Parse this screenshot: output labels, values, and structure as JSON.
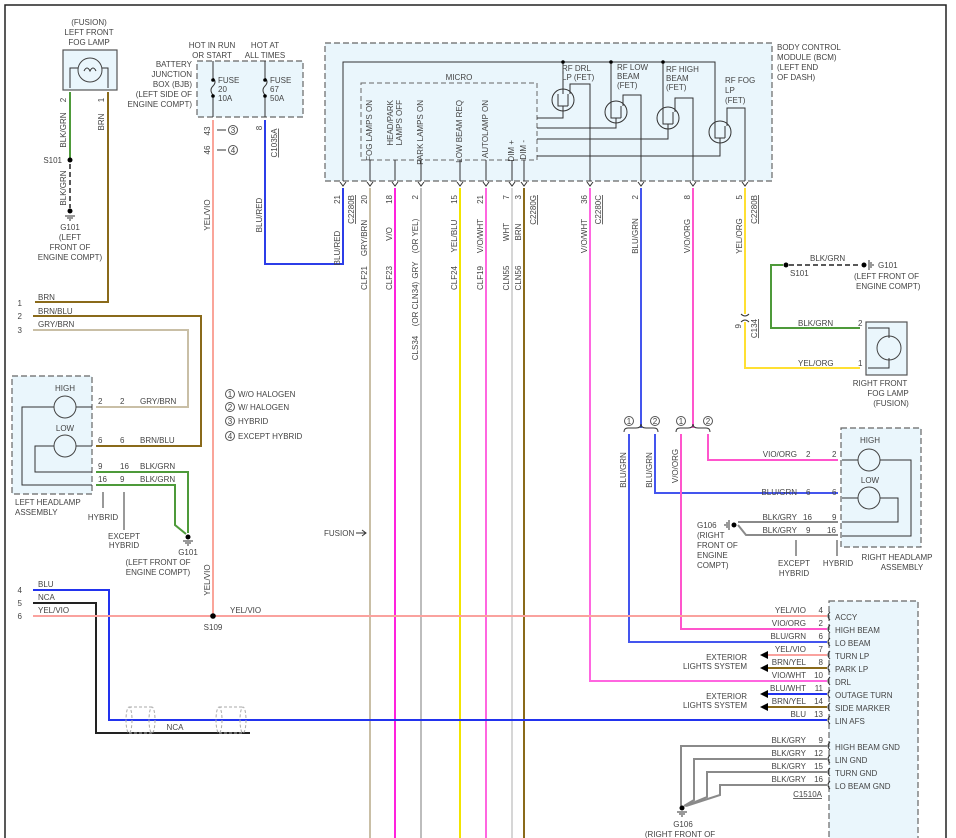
{
  "wire_colors": {
    "brn": "#8a6a1a",
    "blk_grn": "#4e9a3a",
    "gry_brn": "#c9bfa6",
    "brn_blu": "#8a6a1a",
    "yel_vio": "#f3e63a",
    "yel_vio_tracer": "#ff7ad9",
    "blu_red": "#2c3de8",
    "gry": "#bdbdbd",
    "vio": "#ff22dd",
    "yel_blu": "#f2e400",
    "vio_wht": "#ff66e0",
    "wht": "#d6d6d6",
    "vio_org": "#ff55cc",
    "blu_grn": "#4455ee",
    "yel_org": "#ffe033",
    "blu": "#2233ee",
    "blk": "#222222",
    "blk_gry": "#8a8a8a",
    "brn_yel": "#8a6a1a",
    "blu_wht": "#2233ee"
  },
  "left_fog_lamp": {
    "title": [
      "(FUSION)",
      "LEFT FRONT",
      "FOG LAMP"
    ],
    "pin_a": "2",
    "pin_b": "1",
    "wire_a": "BLK/GRN",
    "wire_b": "BRN",
    "splice": "S101",
    "wire_below": "BLK/GRN",
    "ground": [
      "G101",
      "(LEFT",
      "FRONT OF",
      "ENGINE COMPT)"
    ]
  },
  "bjb": {
    "hot_run": [
      "HOT IN RUN",
      "OR START"
    ],
    "hot_always": [
      "HOT AT",
      "ALL TIMES"
    ],
    "name": [
      "BATTERY",
      "JUNCTION",
      "BOX (BJB)",
      "(LEFT SIDE OF",
      "ENGINE COMPT)"
    ],
    "fuse_a": [
      "FUSE",
      "20",
      "10A"
    ],
    "fuse_b": [
      "FUSE",
      "67",
      "50A"
    ],
    "pin_43": "43",
    "pin_46": "46",
    "pin_8": "8",
    "note_3": "3",
    "note_4": "4",
    "connector": "C1035A",
    "wire_a": "YEL/VIO",
    "wire_b": "BLU/RED"
  },
  "bcm": {
    "name": [
      "BODY CONTROL",
      "MODULE (BCM)",
      "(LEFT END",
      "OF DASH)"
    ],
    "micro": "MICRO",
    "micro_signals": [
      "FOG LAMPS ON",
      "HEAD/PARK",
      "LAMPS OFF",
      "PARK LAMPS ON",
      "LOW BEAM REQ",
      "AUTOLAMP ON",
      "DIM +",
      "DIM -"
    ],
    "fets": [
      [
        "RF DRL",
        "LP (FET)"
      ],
      [
        "RF LOW",
        "BEAM",
        "(FET)"
      ],
      [
        "RF HIGH",
        "BEAM",
        "(FET)"
      ],
      [
        "RF FOG",
        "LP",
        "(FET)"
      ]
    ],
    "pins": [
      {
        "pin": "21",
        "wire": "BLU/RED",
        "circuit": ""
      },
      {
        "pin": "20",
        "wire": "GRY/BRN",
        "circuit": "CLF21"
      },
      {
        "pin": "18",
        "wire": "V/O",
        "circuit": "CLF23"
      },
      {
        "pin": "2",
        "wire": "GRY",
        "circuit": "CLS34",
        "alt": "(OR CLN34)"
      },
      {
        "pin": "15",
        "wire": "YEL/BLU",
        "circuit": "CLF24"
      },
      {
        "pin": "21",
        "wire": "V/O/WHT",
        "circuit": "CLF19"
      },
      {
        "pin": "7",
        "wire": "WHT",
        "circuit": "CLN55"
      },
      {
        "pin": "3",
        "wire": "BRN",
        "circuit": "CLN56"
      },
      {
        "pin": "36",
        "wire": "V/O/WHT",
        "circuit": ""
      },
      {
        "pin": "2",
        "wire": "BLU/GRN",
        "circuit": ""
      },
      {
        "pin": "8",
        "wire": "V/O/ORG",
        "circuit": ""
      },
      {
        "pin": "5",
        "wire": "YEL/ORG",
        "circuit": ""
      }
    ],
    "connectors": [
      "C2280B",
      "C2280G",
      "C2280C",
      "C2280B"
    ],
    "gry_alt": "(OR YEL)"
  },
  "right_fog": {
    "splice": "S101",
    "wire_top": "BLK/GRN",
    "ground": [
      "G101",
      "(LEFT FRONT OF",
      "ENGINE COMPT)"
    ],
    "c134_pin": "9",
    "c134": "C134",
    "wire_a": "BLK/GRN",
    "pin_a": "2",
    "wire_b": "YEL/ORG",
    "pin_b": "1",
    "title": [
      "RIGHT FRONT",
      "FOG LAMP",
      "(FUSION)"
    ]
  },
  "brackets": {
    "one": "1",
    "two": "2"
  },
  "branch_labels": {
    "blu_grn_1": "BLU/GRN",
    "blu_grn_2": "BLU/GRN",
    "vio_org_1": "V/O/ORG"
  },
  "right_headlamp": {
    "high": "HIGH",
    "low": "LOW",
    "rows": [
      {
        "wire": "VIO/ORG",
        "pin_a": "2",
        "pin_b": "2"
      },
      {
        "wire": "BLU/GRN",
        "pin_a": "6",
        "pin_b": "6"
      },
      {
        "wire": "BLK/GRY",
        "pin_a": "16",
        "pin_b": "9"
      },
      {
        "wire": "BLK/GRY",
        "pin_a": "9",
        "pin_b": "16"
      }
    ],
    "ground": [
      "G106",
      "(RIGHT",
      "FRONT OF",
      "ENGINE",
      "COMPT)"
    ],
    "except_hybrid": [
      "EXCEPT",
      "HYBRID"
    ],
    "hybrid": "HYBRID",
    "title": [
      "RIGHT HEADLAMP",
      "ASSEMBLY"
    ]
  },
  "left_headlamp": {
    "high": "HIGH",
    "low": "LOW",
    "rows": [
      {
        "pin_a": "2",
        "pin_b": "2",
        "wire": "GRY/BRN"
      },
      {
        "pin_a": "6",
        "pin_b": "6",
        "wire": "BRN/BLU"
      },
      {
        "pin_a": "9",
        "pin_b": "16",
        "wire": "BLK/GRN"
      },
      {
        "pin_a": "16",
        "pin_b": "9",
        "wire": "BLK/GRN"
      }
    ],
    "title": [
      "LEFT HEADLAMP",
      "ASSEMBLY"
    ],
    "hybrid": "HYBRID",
    "except_hybrid": [
      "EXCEPT",
      "HYBRID"
    ],
    "ground": [
      "G101",
      "(LEFT FRONT OF",
      "ENGINE COMPT)"
    ]
  },
  "left_connector": [
    {
      "pin": "1",
      "wire": "BRN"
    },
    {
      "pin": "2",
      "wire": "BRN/BLU"
    },
    {
      "pin": "3",
      "wire": "GRY/BRN"
    },
    {
      "pin": "4",
      "wire": "BLU"
    },
    {
      "pin": "5",
      "wire": "NCA"
    },
    {
      "pin": "6",
      "wire": "YEL/VIO"
    }
  ],
  "legend": [
    {
      "num": "1",
      "text": "W/O HALOGEN"
    },
    {
      "num": "2",
      "text": "W/ HALOGEN"
    },
    {
      "num": "3",
      "text": "HYBRID"
    },
    {
      "num": "4",
      "text": "EXCEPT HYBRID"
    }
  ],
  "fusion_note": "FUSION",
  "s109": {
    "splice": "S109",
    "wire_up": "YEL/VIO",
    "wire_right": "YEL/VIO"
  },
  "nca_label": "NCA",
  "afs_module": {
    "rows": [
      {
        "wire": "YEL/VIO",
        "pin": "4",
        "name": "ACCY"
      },
      {
        "wire": "VIO/ORG",
        "pin": "2",
        "name": "HIGH BEAM"
      },
      {
        "wire": "BLU/GRN",
        "pin": "6",
        "name": "LO BEAM"
      },
      {
        "wire": "YEL/VIO",
        "pin": "7",
        "name": "TURN LP"
      },
      {
        "wire": "BRN/YEL",
        "pin": "8",
        "name": "PARK LP"
      },
      {
        "wire": "VIO/WHT",
        "pin": "10",
        "name": "DRL"
      },
      {
        "wire": "BLU/WHT",
        "pin": "11",
        "name": "OUTAGE TURN"
      },
      {
        "wire": "BRN/YEL",
        "pin": "14",
        "name": "SIDE MARKER"
      },
      {
        "wire": "BLU",
        "pin": "13",
        "name": "LIN AFS"
      },
      {
        "wire": "BLK/GRY",
        "pin": "9",
        "name": "HIGH BEAM GND"
      },
      {
        "wire": "BLK/GRY",
        "pin": "12",
        "name": "LIN GND"
      },
      {
        "wire": "BLK/GRY",
        "pin": "15",
        "name": "TURN GND"
      },
      {
        "wire": "BLK/GRY",
        "pin": "16",
        "name": "LO BEAM GND"
      }
    ],
    "connector": "C1510A",
    "exterior_1": [
      "EXTERIOR",
      "LIGHTS SYSTEM"
    ],
    "exterior_2": [
      "EXTERIOR",
      "LIGHTS SYSTEM"
    ],
    "ground": [
      "G106",
      "(RIGHT FRONT OF"
    ]
  }
}
